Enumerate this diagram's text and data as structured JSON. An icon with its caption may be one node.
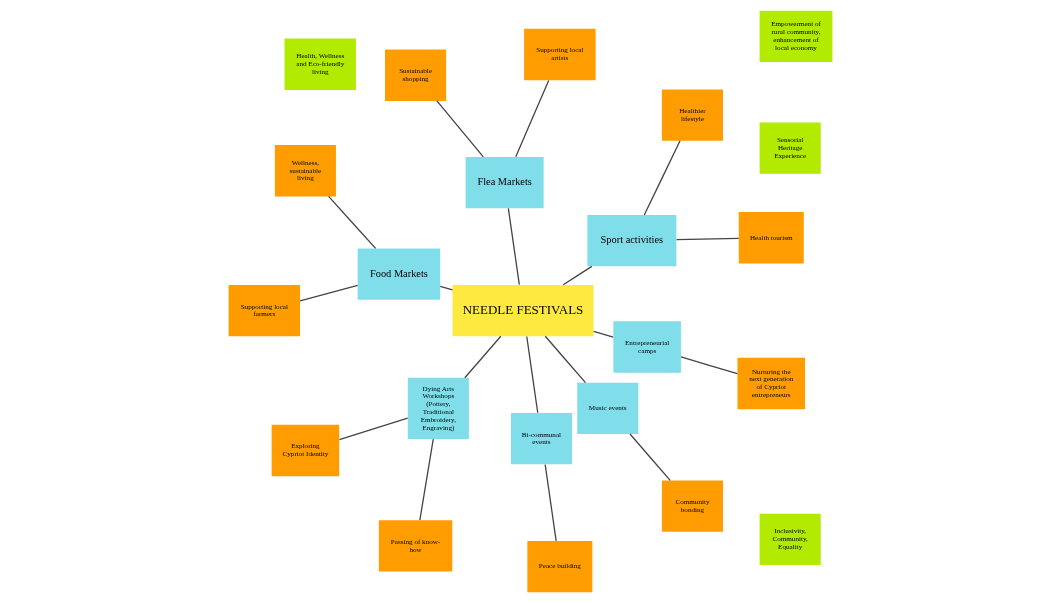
{
  "diagram": {
    "nodes": [
      {
        "text": [
          "NEEDLE FESTIVALS"
        ]
      },
      {
        "text": [
          "Sport activities"
        ]
      },
      {
        "text": [
          "Health tourism"
        ]
      },
      {
        "text": [
          "Healthier lifestyle"
        ]
      },
      {
        "text": [
          "Flea Markets"
        ]
      },
      {
        "text": [
          "Supporting local artists"
        ]
      },
      {
        "text": [
          "Sustainable shopping"
        ]
      },
      {
        "text": [
          "Food Markets"
        ]
      },
      {
        "text": [
          "Wellness, sustainable living"
        ]
      },
      {
        "text": [
          "Supporting local farmers"
        ]
      },
      {
        "text": [
          "Dying Arts Workshops (Pottery, Traditional Embroidery, Engraving)"
        ]
      },
      {
        "text": [
          "Exploring Cypriot Identity"
        ]
      },
      {
        "text": [
          "Passing of know-how"
        ]
      },
      {
        "text": [
          "Bi-communal events"
        ]
      },
      {
        "text": [
          "Peace building"
        ]
      },
      {
        "text": [
          "Music events"
        ]
      },
      {
        "text": [
          "Community bonding"
        ]
      },
      {
        "text": [
          "Entrepreneurial camps"
        ]
      },
      {
        "text": [
          "Nurturing the next generation of Cypriot entrepreneurs"
        ]
      },
      {
        "text": [
          "Health, Wellness and Eco-friendly living"
        ]
      },
      {
        "text": [
          "Inclusivity, Community, Equality"
        ]
      },
      {
        "text": [
          "Sensorial Heritage Experience"
        ]
      },
      {
        "text": [
          "Empowerment of rural community, enhancement of local economy"
        ]
      }
    ],
    "edges": [
      {
        "from": 0,
        "to": 1,
        "arrow": "none"
      },
      {
        "from": 0,
        "to": 4,
        "arrow": "none"
      },
      {
        "from": 0,
        "to": 7,
        "arrow": "none"
      },
      {
        "from": 0,
        "to": 10,
        "arrow": "none"
      },
      {
        "from": 0,
        "to": 13,
        "arrow": "none"
      },
      {
        "from": 0,
        "to": 15,
        "arrow": "none"
      },
      {
        "from": 0,
        "to": 17,
        "arrow": "none"
      },
      {
        "from": 1,
        "to": 2,
        "arrow": "none"
      },
      {
        "from": 1,
        "to": 3,
        "arrow": "none"
      },
      {
        "from": 4,
        "to": 5,
        "arrow": "none"
      },
      {
        "from": 4,
        "to": 6,
        "arrow": "none"
      },
      {
        "from": 7,
        "to": 8,
        "arrow": "none"
      },
      {
        "from": 7,
        "to": 9,
        "arrow": "none"
      },
      {
        "from": 10,
        "to": 11,
        "arrow": "none"
      },
      {
        "from": 10,
        "to": 12,
        "arrow": "none"
      },
      {
        "from": 13,
        "to": 14,
        "arrow": "none"
      },
      {
        "from": 15,
        "to": 16,
        "arrow": "none"
      },
      {
        "from": 17,
        "to": 18,
        "arrow": "none"
      }
    ]
  }
}
